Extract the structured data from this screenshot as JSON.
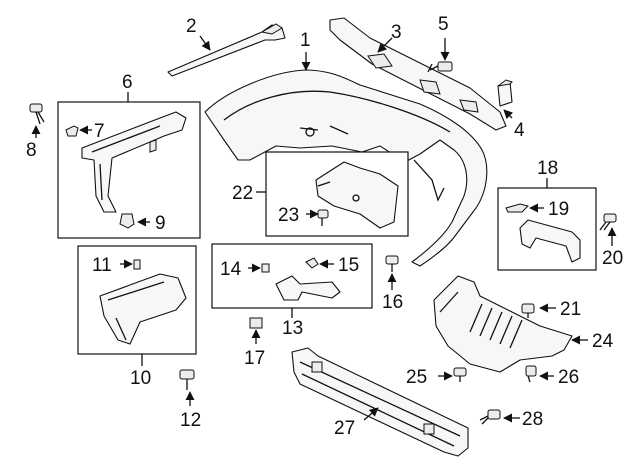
{
  "labels": {
    "p1": "1",
    "p2": "2",
    "p3": "3",
    "p4": "4",
    "p5": "5",
    "p6": "6",
    "p7": "7",
    "p8": "8",
    "p9": "9",
    "p10": "10",
    "p11": "11",
    "p12": "12",
    "p13": "13",
    "p14": "14",
    "p15": "15",
    "p16": "16",
    "p17": "17",
    "p18": "18",
    "p19": "19",
    "p20": "20",
    "p21": "21",
    "p22": "22",
    "p23": "23",
    "p24": "24",
    "p25": "25",
    "p26": "26",
    "p27": "27",
    "p28": "28"
  },
  "colors": {
    "line": "#111111",
    "background": "#ffffff",
    "part_fill": "#f7f7f7"
  }
}
